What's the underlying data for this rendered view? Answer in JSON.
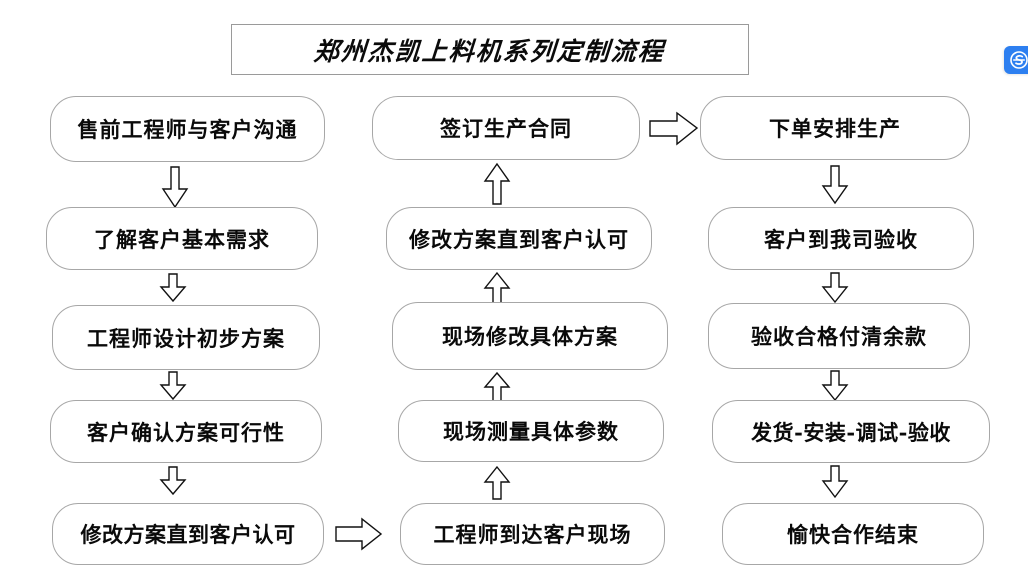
{
  "title": {
    "text": "郑州杰凯上料机系列定制流程"
  },
  "badge": {
    "icon": "s-logo-icon",
    "color": "#2d7ff0"
  },
  "theme": {
    "background": "#ffffff",
    "box_border": "#a7a7a7",
    "title_border": "#9a9a9a",
    "text_color": "#0a0a0a",
    "arrow_stroke": "#111111",
    "arrow_fill": "#ffffff"
  },
  "columns": [
    {
      "name": "column-1",
      "flow_direction": "down",
      "nodes": [
        {
          "label": "售前工程师与客户沟通"
        },
        {
          "label": "了解客户基本需求"
        },
        {
          "label": "工程师设计初步方案"
        },
        {
          "label": "客户确认方案可行性"
        },
        {
          "label": "修改方案直到客户认可"
        }
      ]
    },
    {
      "name": "column-2",
      "flow_direction": "up",
      "nodes": [
        {
          "label": "签订生产合同"
        },
        {
          "label": "修改方案直到客户认可"
        },
        {
          "label": "现场修改具体方案"
        },
        {
          "label": "现场测量具体参数"
        },
        {
          "label": "工程师到达客户现场"
        }
      ]
    },
    {
      "name": "column-3",
      "flow_direction": "down",
      "nodes": [
        {
          "label": "下单安排生产"
        },
        {
          "label": "客户到我司验收"
        },
        {
          "label": "验收合格付清余款"
        },
        {
          "label": "发货-安装-调试-验收"
        },
        {
          "label": "愉快合作结束"
        }
      ]
    }
  ],
  "connectors": {
    "col1_to_col2": {
      "direction": "right"
    },
    "col2_to_col3": {
      "direction": "right"
    }
  }
}
